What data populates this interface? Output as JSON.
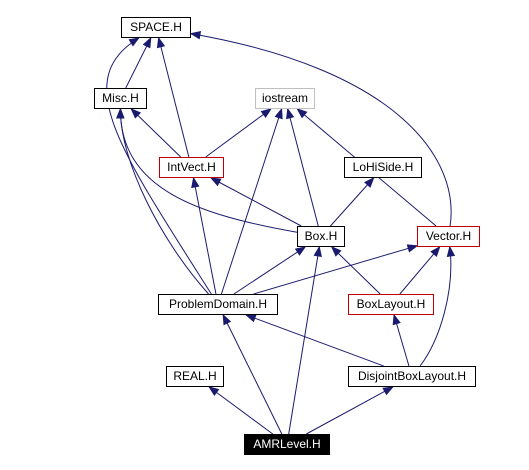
{
  "graph": {
    "edge_color": "#1a1a6e",
    "nodes": [
      {
        "id": "space",
        "label": "SPACE.H",
        "style": "black"
      },
      {
        "id": "misc",
        "label": "Misc.H",
        "style": "black"
      },
      {
        "id": "iostream",
        "label": "iostream",
        "style": "gray"
      },
      {
        "id": "intvect",
        "label": "IntVect.H",
        "style": "red"
      },
      {
        "id": "lohiside",
        "label": "LoHiSide.H",
        "style": "black"
      },
      {
        "id": "box",
        "label": "Box.H",
        "style": "black"
      },
      {
        "id": "vector",
        "label": "Vector.H",
        "style": "red"
      },
      {
        "id": "problemdomain",
        "label": "ProblemDomain.H",
        "style": "black"
      },
      {
        "id": "boxlayout",
        "label": "BoxLayout.H",
        "style": "red"
      },
      {
        "id": "real",
        "label": "REAL.H",
        "style": "black"
      },
      {
        "id": "disjointboxlayout",
        "label": "DisjointBoxLayout.H",
        "style": "black"
      },
      {
        "id": "amrlevel",
        "label": "AMRLevel.H",
        "style": "root"
      }
    ],
    "edges": [
      [
        "misc",
        "space"
      ],
      [
        "intvect",
        "space"
      ],
      [
        "intvect",
        "misc"
      ],
      [
        "intvect",
        "iostream"
      ],
      [
        "box",
        "misc"
      ],
      [
        "box",
        "intvect"
      ],
      [
        "box",
        "iostream"
      ],
      [
        "box",
        "lohiside"
      ],
      [
        "vector",
        "space"
      ],
      [
        "vector",
        "iostream"
      ],
      [
        "problemdomain",
        "space"
      ],
      [
        "problemdomain",
        "misc"
      ],
      [
        "problemdomain",
        "intvect"
      ],
      [
        "problemdomain",
        "iostream"
      ],
      [
        "problemdomain",
        "box"
      ],
      [
        "problemdomain",
        "vector"
      ],
      [
        "boxlayout",
        "box"
      ],
      [
        "boxlayout",
        "vector"
      ],
      [
        "disjointboxlayout",
        "boxlayout"
      ],
      [
        "disjointboxlayout",
        "problemdomain"
      ],
      [
        "disjointboxlayout",
        "vector"
      ],
      [
        "amrlevel",
        "real"
      ],
      [
        "amrlevel",
        "problemdomain"
      ],
      [
        "amrlevel",
        "box"
      ],
      [
        "amrlevel",
        "disjointboxlayout"
      ]
    ]
  }
}
